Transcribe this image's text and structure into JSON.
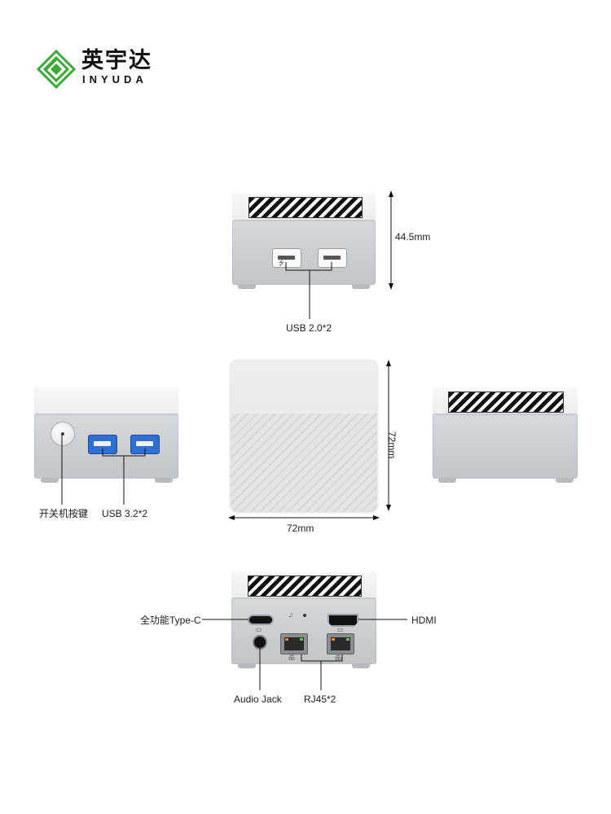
{
  "brand": {
    "name_cn": "英宇达",
    "name_en": "INYUDA",
    "color": "#3aa935"
  },
  "labels": {
    "height_dim": "44.5mm",
    "usb20": "USB 2.0*2",
    "depth_dim": "72mm",
    "width_dim": "72mm",
    "power_button": "开关机按键",
    "usb32": "USB 3.2*2",
    "typec": "全功能Type-C",
    "hdmi": "HDMI",
    "audio": "Audio Jack",
    "rj45": "RJ45*2"
  },
  "icons": [
    "usb-icon",
    "headphone-icon",
    "ethernet-icon",
    "hdmi-icon",
    "power-icon"
  ]
}
